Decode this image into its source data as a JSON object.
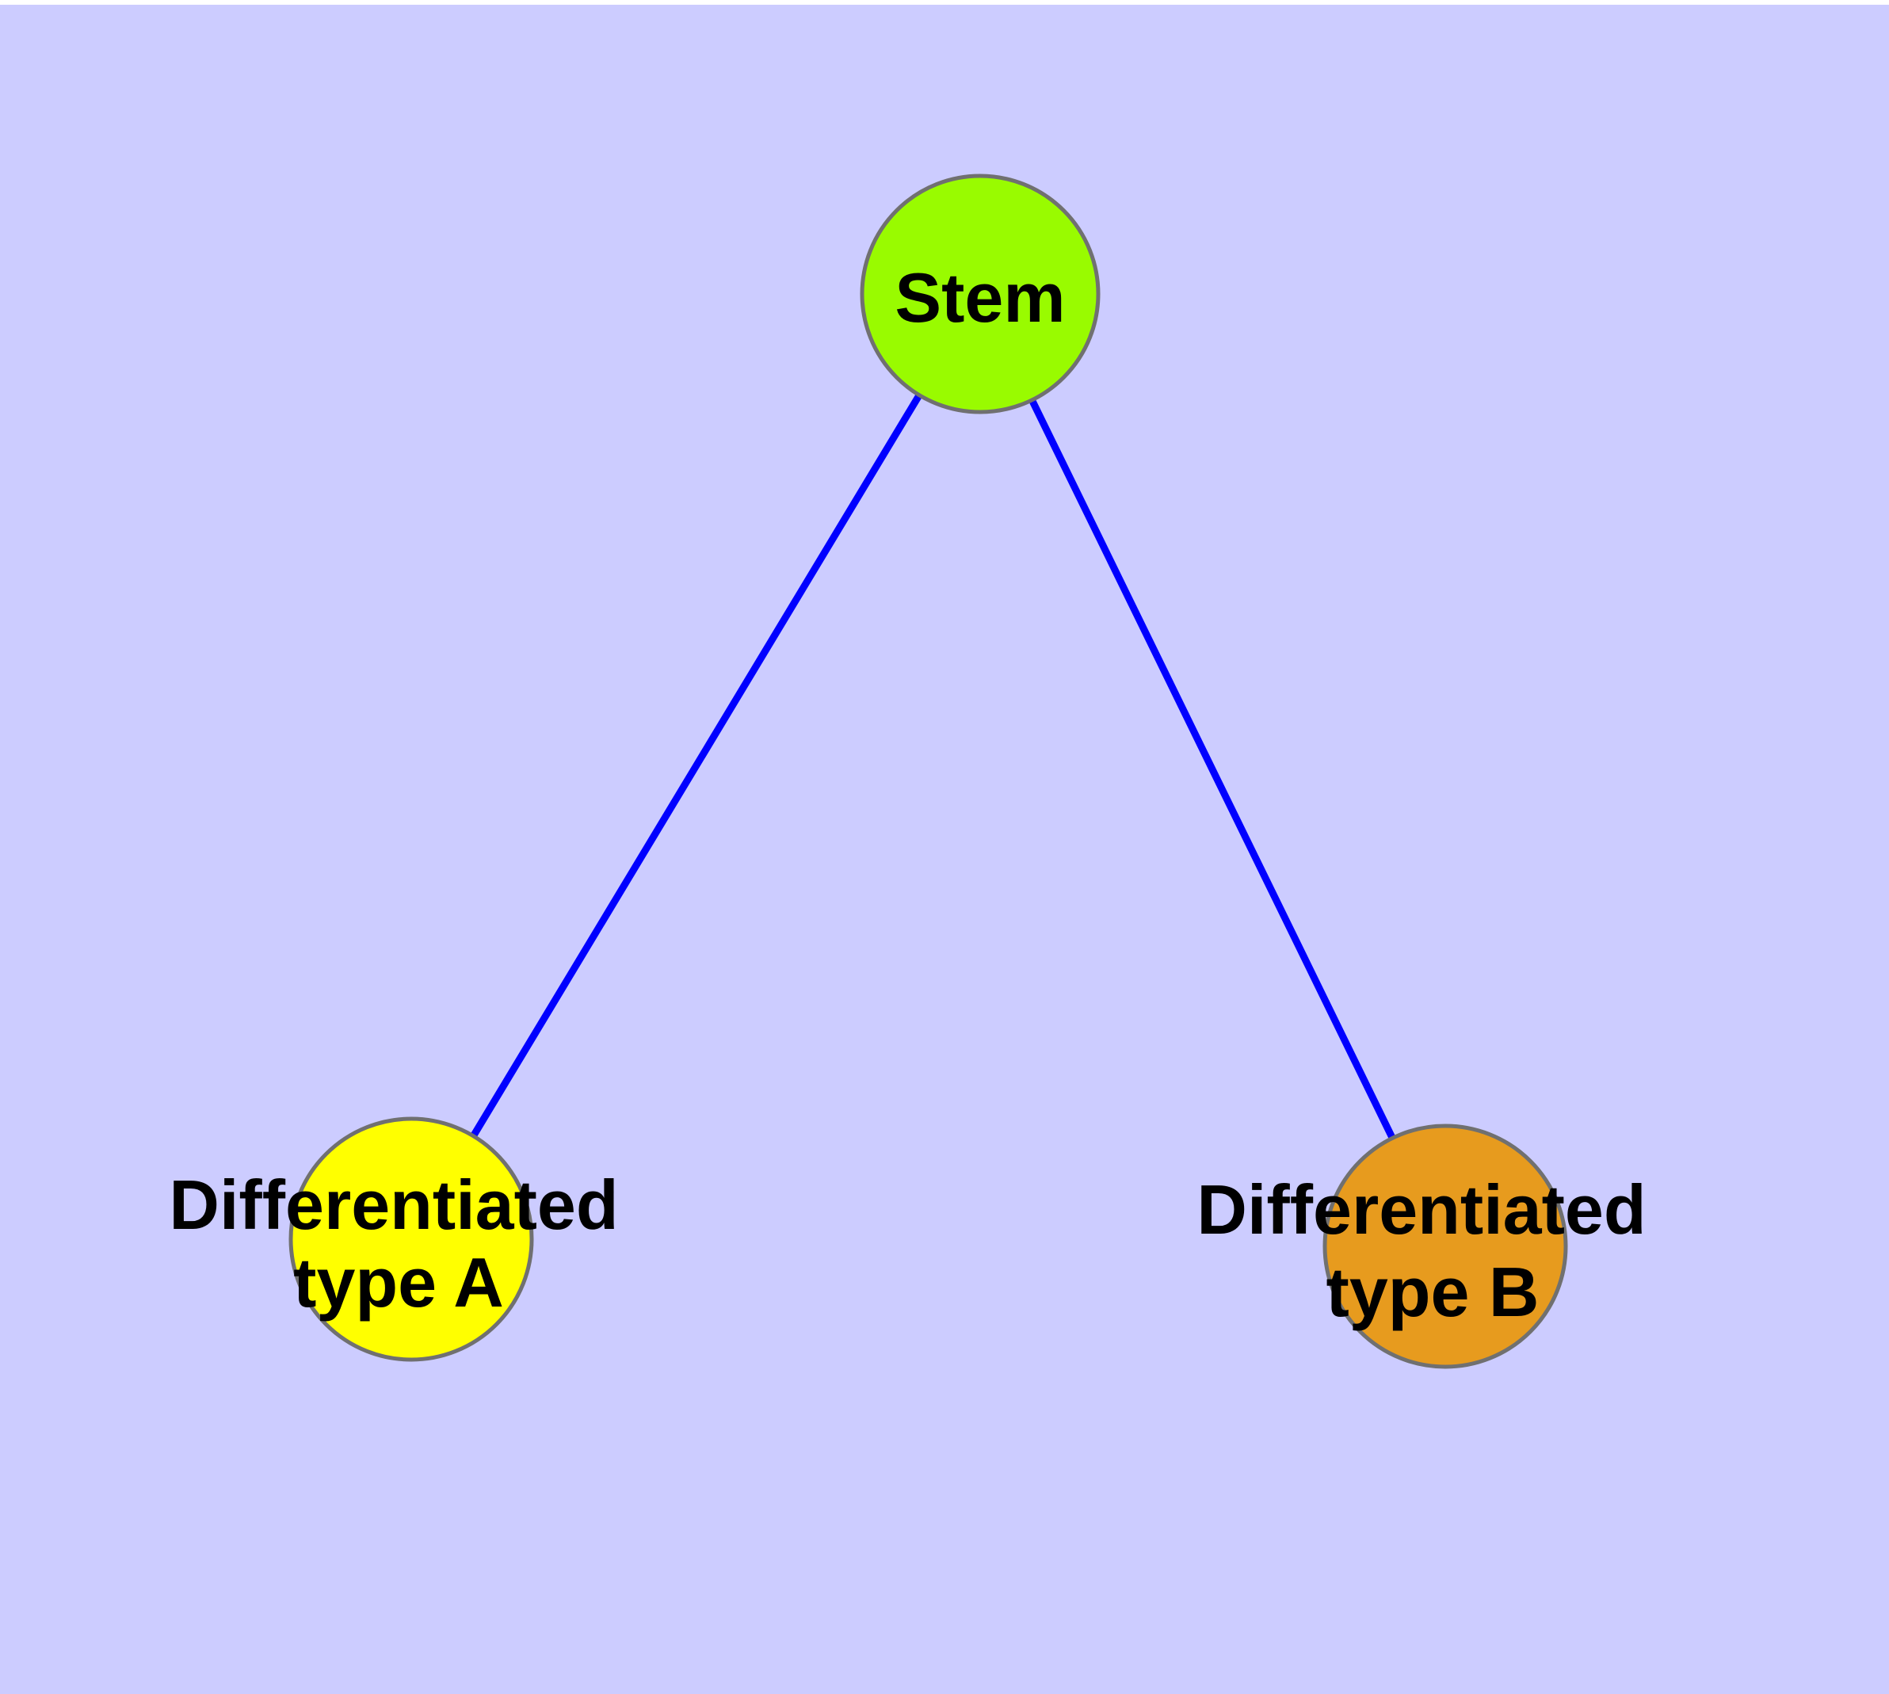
{
  "diagram": {
    "background_color": "#CCCCFF",
    "top_strip_color": "#FFFFFF",
    "edge_color": "#0000FF",
    "node_border_color": "#707070",
    "text_color": "#000000",
    "nodes": [
      {
        "id": "stem",
        "label": "Stem",
        "fill": "#99FB00"
      },
      {
        "id": "differentiated-type-a",
        "label": "Differentiated type A",
        "label_lines": [
          "Differentiated",
          "type A"
        ],
        "fill": "#FFFF00"
      },
      {
        "id": "differentiated-type-b",
        "label": "Differentiated type B",
        "label_lines": [
          "Differentiated",
          "type B"
        ],
        "fill": "#E79B1E"
      }
    ],
    "edges": [
      {
        "from": "Stem",
        "to": "Differentiated type A"
      },
      {
        "from": "Stem",
        "to": "Differentiated type B"
      }
    ]
  }
}
